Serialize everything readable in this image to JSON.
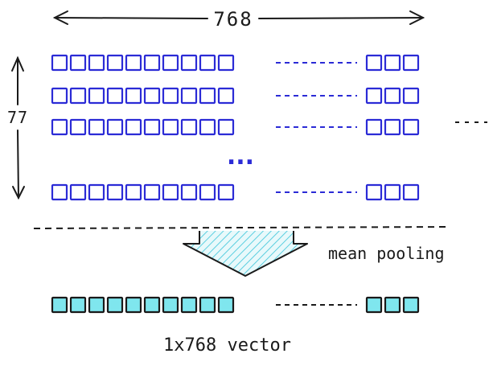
{
  "labels": {
    "width_label": "768",
    "height_label": "77",
    "operation_label": "mean pooling",
    "output_label": "1x768 vector",
    "row_ellipsis": "..."
  },
  "matrix": {
    "rows": 77,
    "cols": 768,
    "visible_rows": 4,
    "visible_left_cells": 10,
    "visible_right_cells": 3
  },
  "output_vector": {
    "rows": 1,
    "cols": 768,
    "visible_left_cells": 10,
    "visible_right_cells": 3
  },
  "colors": {
    "matrix_cell_stroke": "#2b2bd6",
    "matrix_cell_fill": "#ffffff",
    "vector_cell_fill": "#7fe6ee",
    "vector_cell_stroke": "#1a1a1a",
    "arrow_hatch": "#5ccfe0",
    "ink": "#1a1a1a"
  }
}
